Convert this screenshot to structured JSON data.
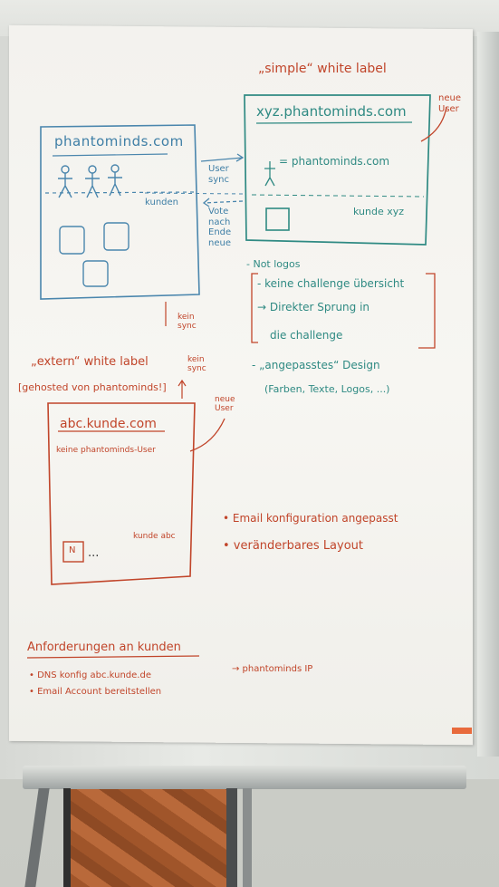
{
  "left_box": {
    "title": "phantominds.com",
    "label_kunden": "kunden"
  },
  "arrows": {
    "user_sync": "User sync",
    "vote_note": "Vote nach Ende neue",
    "kein_sync_1": "kein sync",
    "kein_sync_2": "kein sync"
  },
  "simple_section": {
    "heading": "„simple“ white label",
    "box_title": "xyz.phantominds.com",
    "formula": "= phantominds.com",
    "kunde": "kunde xyz",
    "neue_user": "neue User",
    "bullets": [
      "- Not logos",
      "- keine challenge übersicht",
      "→ Direkter Sprung in",
      "die challenge",
      "- „angepasstes“ Design",
      "(Farben, Texte, Logos, ...)"
    ]
  },
  "extern_section": {
    "heading": "„extern“ white label",
    "subheading": "[gehosted von phantominds!]",
    "box_title": "abc.kunde.com",
    "subtitle": "keine phantominds-User",
    "kunde": "kunde abc",
    "neue_user": "neue User",
    "small_box_label": "N",
    "ellipsis": "..."
  },
  "right_bullets": [
    "• Email konfiguration angepasst",
    "• veränderbares Layout"
  ],
  "requirements": {
    "heading": "Anforderungen an kunden",
    "items": [
      "• DNS konfig abc.kunde.de",
      "• Email Account bereitstellen"
    ],
    "arrow_target": "→ phantominds IP"
  }
}
